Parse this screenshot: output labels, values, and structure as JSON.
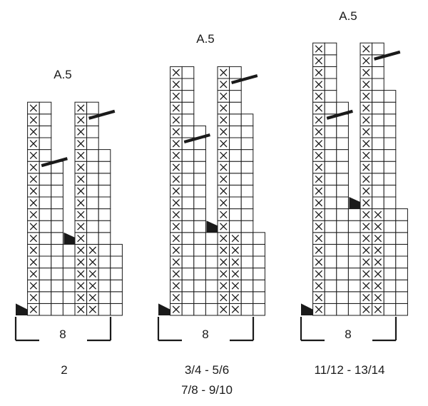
{
  "diagrams": [
    {
      "title": "A.5",
      "width_label": "8",
      "size_lines": [
        "2"
      ]
    },
    {
      "title": "A.5",
      "width_label": "8",
      "size_lines": [
        "3/4 - 5/6",
        "7/8 - 9/10"
      ]
    },
    {
      "title": "A.5",
      "width_label": "8",
      "size_lines": [
        "11/12 - 13/14"
      ]
    }
  ],
  "symbol_legend": {
    "x_cell": "cross-stitch-symbol",
    "triangle": "decrease-wedge-symbol",
    "slash": "diagonal-slash-symbol",
    "empty_cell": "plain-stitch-symbol"
  }
}
